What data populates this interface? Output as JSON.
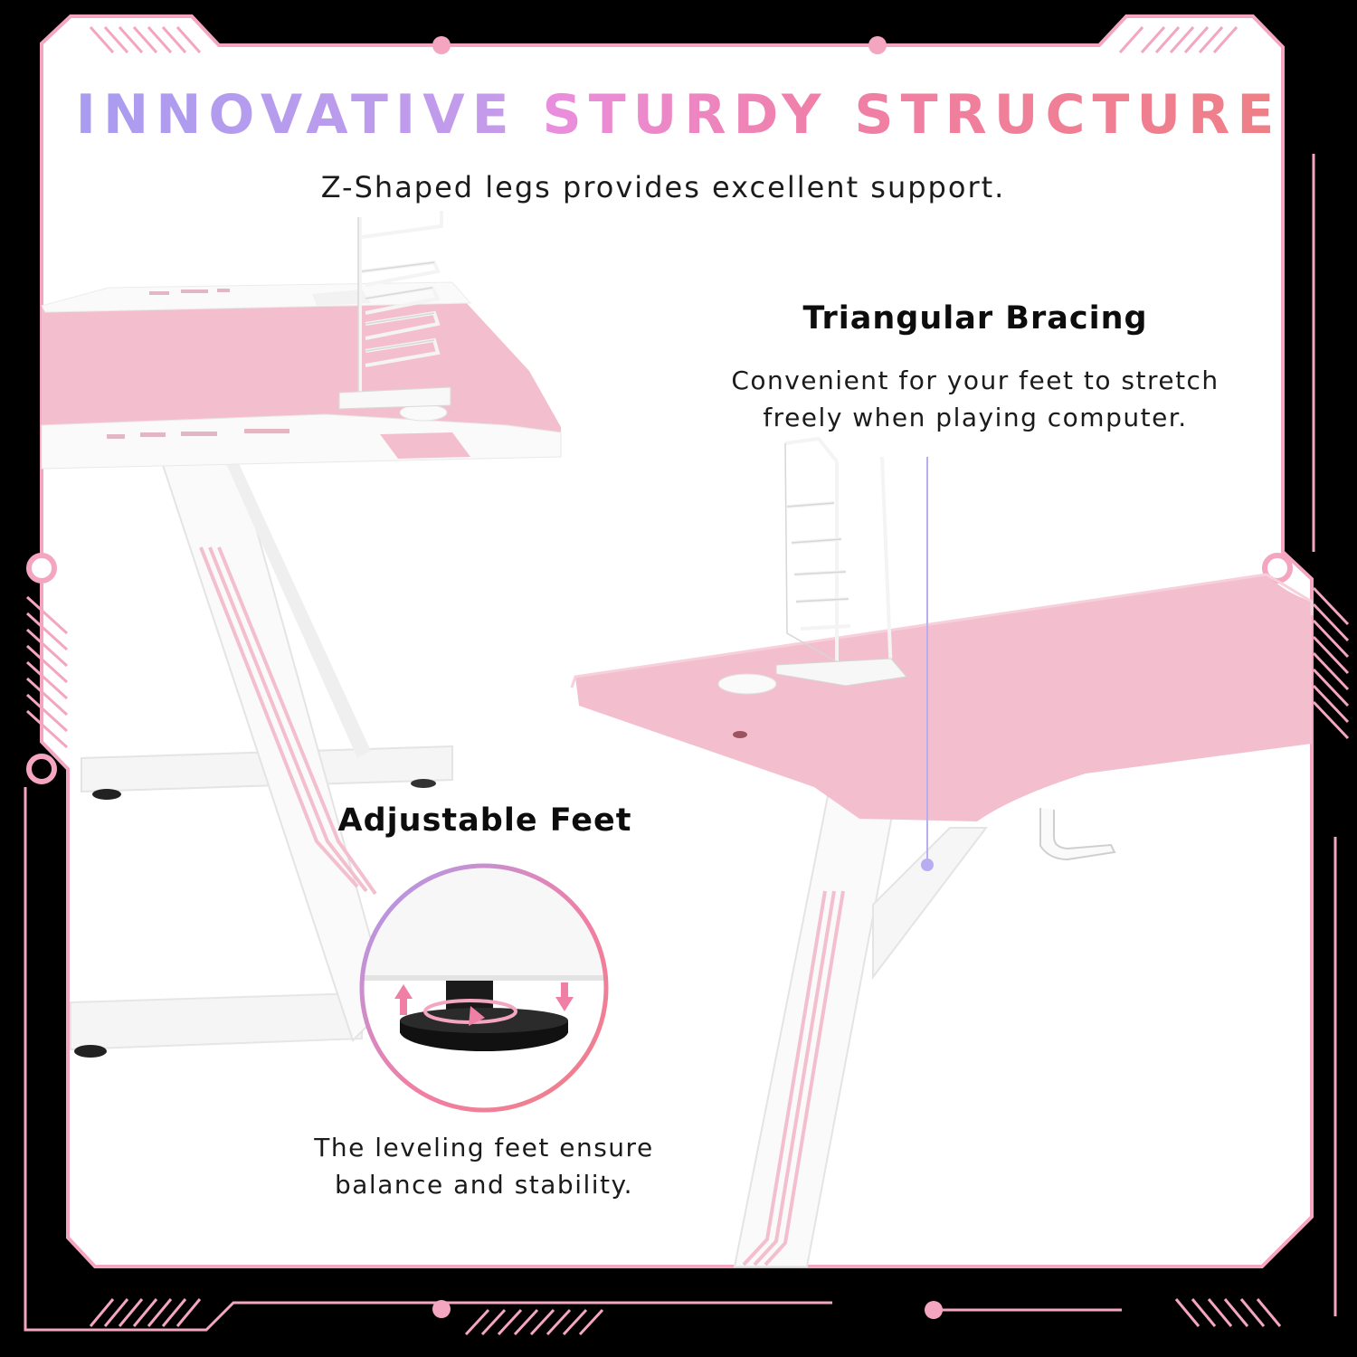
{
  "header": {
    "title_words": [
      "INNOVATIVE",
      "STURDY",
      "STRUCTURE"
    ],
    "subtitle": "Z-Shaped legs provides excellent support."
  },
  "callouts": {
    "bracing": {
      "heading": "Triangular Bracing",
      "lines": [
        "Convenient for your feet to stretch",
        "freely when playing computer."
      ]
    },
    "feet": {
      "heading": "Adjustable Feet",
      "lines": [
        "The leveling feet ensure",
        "balance and stability."
      ]
    }
  },
  "colors": {
    "frame_pink": "#f4a6c0",
    "desk_pink": "#f3bfcf",
    "gradient_purple": "#a99cf0",
    "gradient_pink": "#f07fa6",
    "gradient_coral": "#ef7f85"
  }
}
